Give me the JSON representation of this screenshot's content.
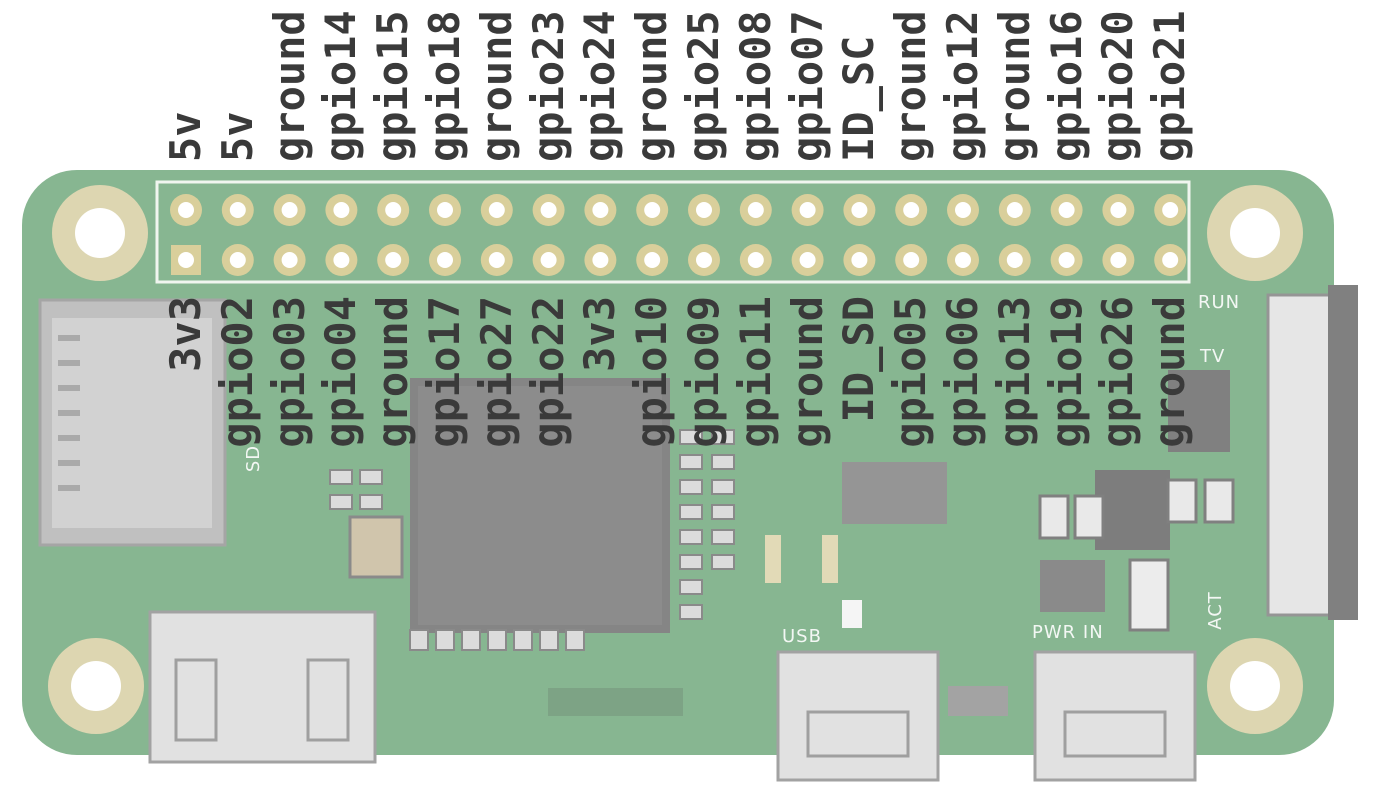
{
  "board": {
    "pcb_color": "#3f8a4f",
    "pad_color": "#d9cf9b",
    "silk_usb": "USB",
    "silk_pwr": "PWR IN",
    "silk_run": "RUN",
    "silk_tv": "TV",
    "silk_act": "ACT",
    "silk_sd": "SD"
  },
  "header": {
    "top_row": [
      "5v",
      "5v",
      "ground",
      "gpio14",
      "gpio15",
      "gpio18",
      "ground",
      "gpio23",
      "gpio24",
      "ground",
      "gpio25",
      "gpio08",
      "gpio07",
      "ID_SC",
      "ground",
      "gpio12",
      "ground",
      "gpio16",
      "gpio20",
      "gpio21"
    ],
    "bottom_row": [
      "3v3",
      "gpio02",
      "gpio03",
      "gpio04",
      "ground",
      "gpio17",
      "gpio27",
      "gpio22",
      "3v3",
      "gpio10",
      "gpio09",
      "gpio11",
      "ground",
      "ID_SD",
      "gpio05",
      "gpio06",
      "gpio13",
      "gpio19",
      "gpio26",
      "ground"
    ]
  }
}
